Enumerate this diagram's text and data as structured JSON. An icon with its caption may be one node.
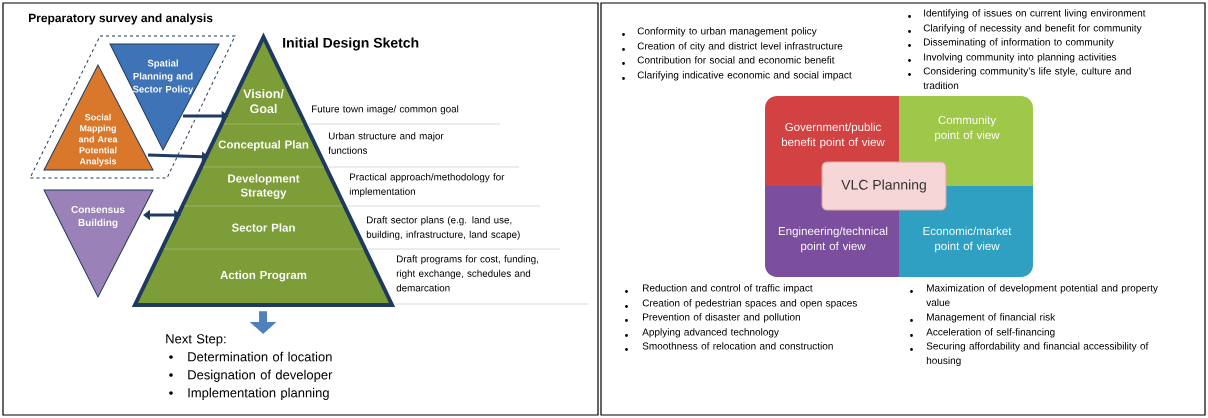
{
  "diagram": {
    "nodes": [
      {
        "text": [
          "Preparatory survey and analysis"
        ]
      },
      {
        "text": [
          "Spatial Planning and Sector Policy"
        ],
        "in": 0
      },
      {
        "text": [
          "Social Mapping and Area Potential Analysis"
        ],
        "in": 0
      },
      {
        "text": [
          "Consensus Building"
        ]
      },
      {
        "text": [
          "Initial Design Sketch"
        ]
      },
      {
        "text": [
          "Vision/ Goal"
        ],
        "in": 4,
        "beside": [
          "Future town image/ common goal"
        ]
      },
      {
        "text": [
          "Conceptual Plan"
        ],
        "in": 4,
        "beside": [
          "Urban structure and major functions"
        ]
      },
      {
        "text": [
          "Development Strategy"
        ],
        "in": 4,
        "beside": [
          "Practical approach/methodology for implementation"
        ]
      },
      {
        "text": [
          "Sector Plan"
        ],
        "in": 4,
        "beside": [
          "Draft sector plans (e.g. land use, building, infrastructure, land scape)"
        ]
      },
      {
        "text": [
          "Action Program"
        ],
        "in": 4,
        "beside": [
          "Draft programs for cost, funding, right exchange, schedules and demarcation"
        ]
      },
      {
        "text": [
          "Next Step:",
          "Determination of location",
          "Designation of developer",
          "Implementation planning"
        ]
      },
      {
        "text": [
          "Government/public benefit point of view"
        ]
      },
      {
        "text": [
          "Community point of view"
        ]
      },
      {
        "text": [
          "Engineering/technical point of view"
        ]
      },
      {
        "text": [
          "Economic/market point of view"
        ]
      },
      {
        "text": [
          "VLC Planning"
        ]
      }
    ],
    "edges": [
      {
        "from": 1,
        "to": 5,
        "arrow": "to"
      },
      {
        "from": 2,
        "to": 6,
        "arrow": "to"
      },
      {
        "from": 3,
        "to": 8,
        "arrow": "both"
      },
      {
        "from": 4,
        "to": 10,
        "arrow": "to",
        "style": "thick",
        "color": "#4f81bd"
      }
    ],
    "labels": [
      "Conformity to urban management policy",
      "Creation of city and district level infrastructure",
      "Contribution for social and economic benefit",
      "Clarifying indicative economic and social impact",
      "Identifying of issues on current living environment",
      "Clarifying of necessity and benefit for community",
      "Disseminating of information to community",
      "Involving community into planning activities",
      "Considering community’s life style, culture and tradition",
      "Reduction and control of traffic impact",
      "Creation of pedestrian spaces and open spaces",
      "Prevention of disaster and pollution",
      "Applying advanced technology",
      "Smoothness of relocation and construction",
      "Maximization of development potential and property value",
      "Management of financial risk",
      "Acceleration of self-financing",
      "Securing affordability and financial accessibility of housing"
    ]
  }
}
